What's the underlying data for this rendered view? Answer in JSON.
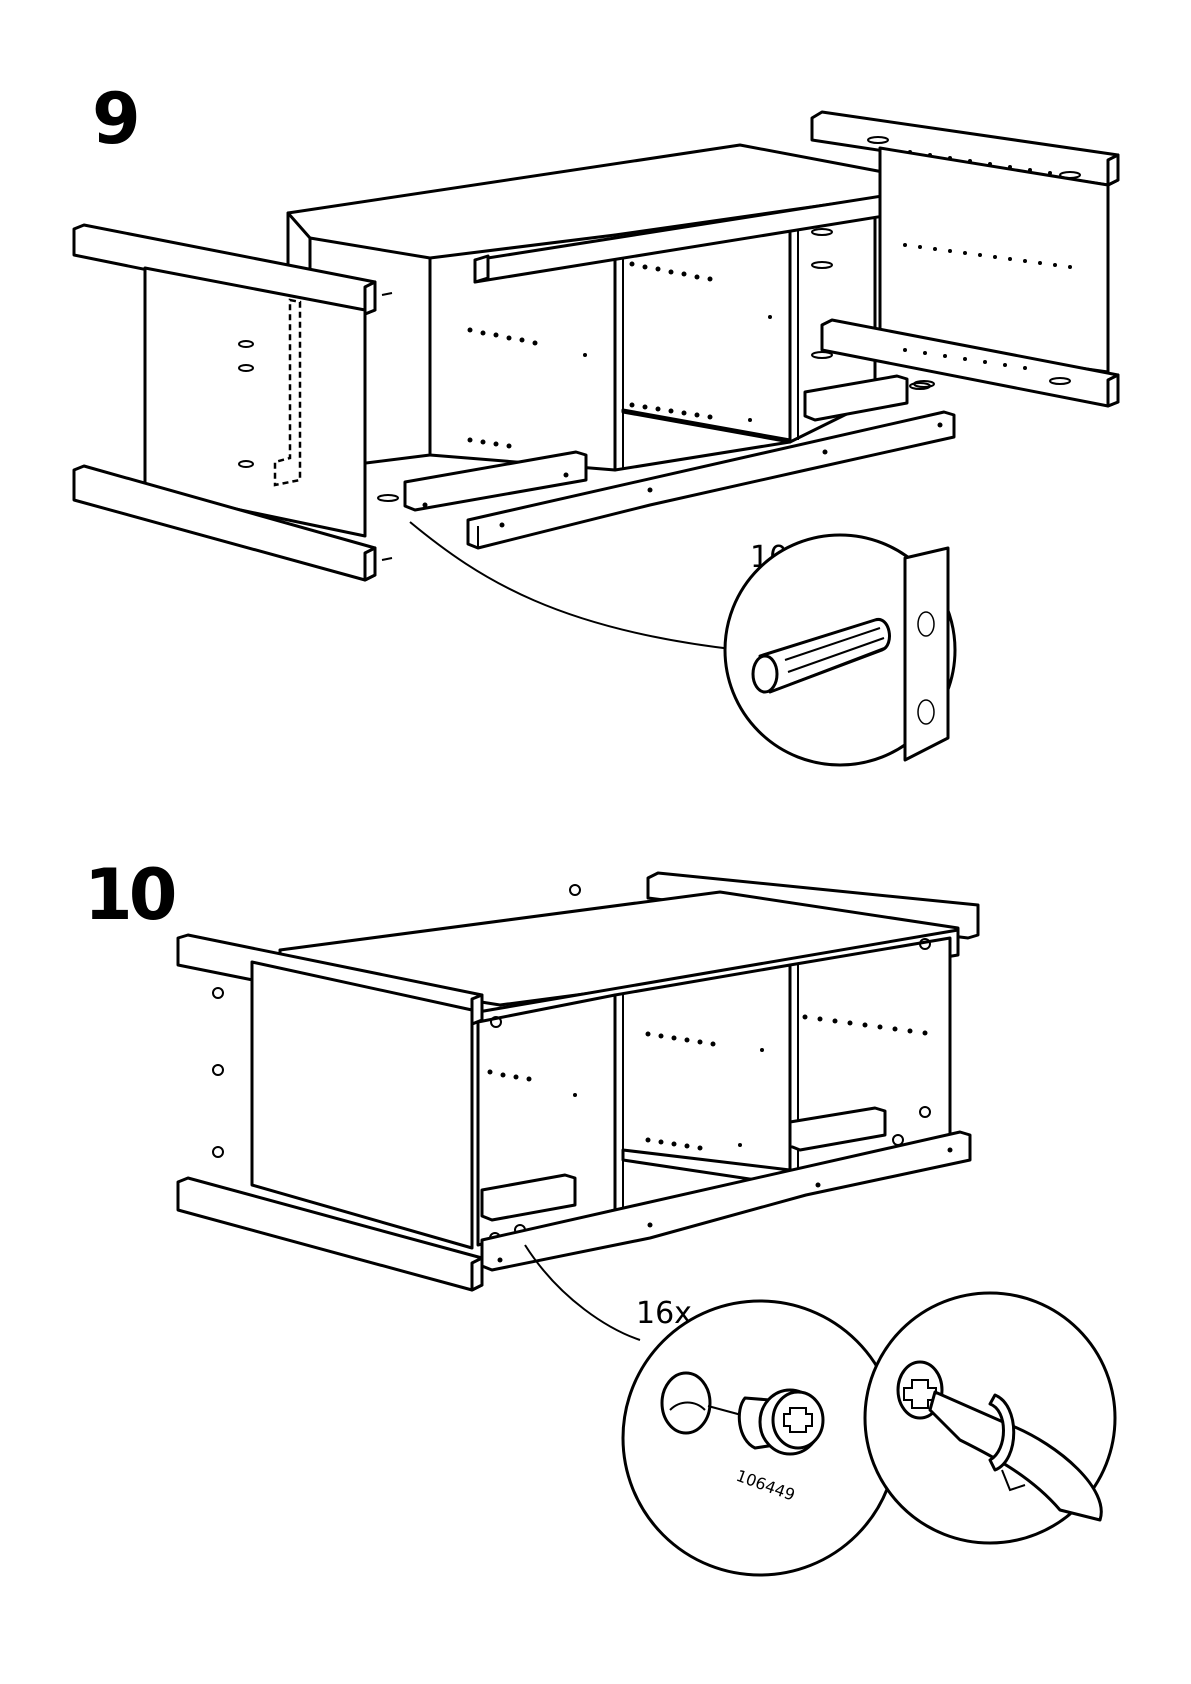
{
  "steps": [
    {
      "number": "9",
      "quantity_label": "10x",
      "part_type": "wooden dowel"
    },
    {
      "number": "10",
      "quantity_label": "16x",
      "part_type": "cam lock fitting",
      "part_code": "106449"
    }
  ],
  "icons": [
    "wooden-dowel-icon",
    "cam-lock-icon",
    "screwdriver-icon"
  ]
}
